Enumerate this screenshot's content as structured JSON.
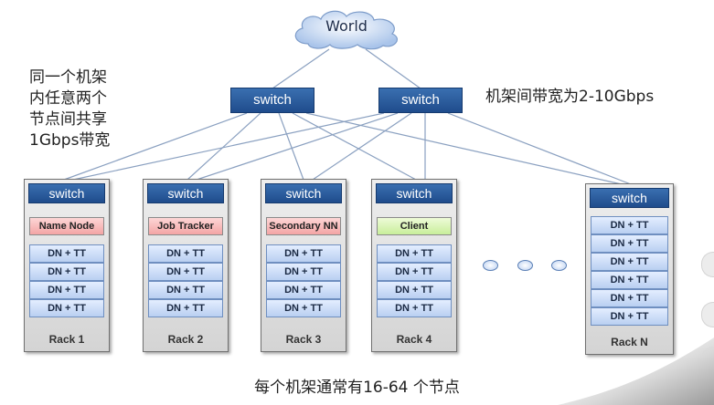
{
  "world": {
    "label": "World"
  },
  "core_switches": [
    {
      "label": "switch"
    },
    {
      "label": "switch"
    }
  ],
  "annotations": {
    "left": "同一个机架\n内任意两个\n节点间共享\n1Gbps带宽",
    "right": "机架间带宽为2-10Gbps"
  },
  "racks": [
    {
      "switch_label": "switch",
      "role": "Name Node",
      "nodes": [
        "DN + TT",
        "DN + TT",
        "DN + TT",
        "DN + TT"
      ],
      "label": "Rack 1"
    },
    {
      "switch_label": "switch",
      "role": "Job Tracker",
      "nodes": [
        "DN + TT",
        "DN + TT",
        "DN + TT",
        "DN + TT"
      ],
      "label": "Rack 2"
    },
    {
      "switch_label": "switch",
      "role": "Secondary NN",
      "nodes": [
        "DN + TT",
        "DN + TT",
        "DN + TT",
        "DN + TT"
      ],
      "label": "Rack 3"
    },
    {
      "switch_label": "switch",
      "role": "Client",
      "nodes": [
        "DN + TT",
        "DN + TT",
        "DN + TT",
        "DN + TT"
      ],
      "label": "Rack 4"
    },
    {
      "switch_label": "switch",
      "nodes": [
        "DN + TT",
        "DN + TT",
        "DN + TT",
        "DN + TT",
        "DN + TT",
        "DN + TT"
      ],
      "label": "Rack N"
    }
  ],
  "caption": "每个机架通常有16-64 个节点",
  "colors": {
    "switch": "#2a5d9f",
    "link": "#7f96b8",
    "role_highlight": "#f3a4a4",
    "client_highlight": "#c8ee9a",
    "node": "#b9cff1"
  }
}
